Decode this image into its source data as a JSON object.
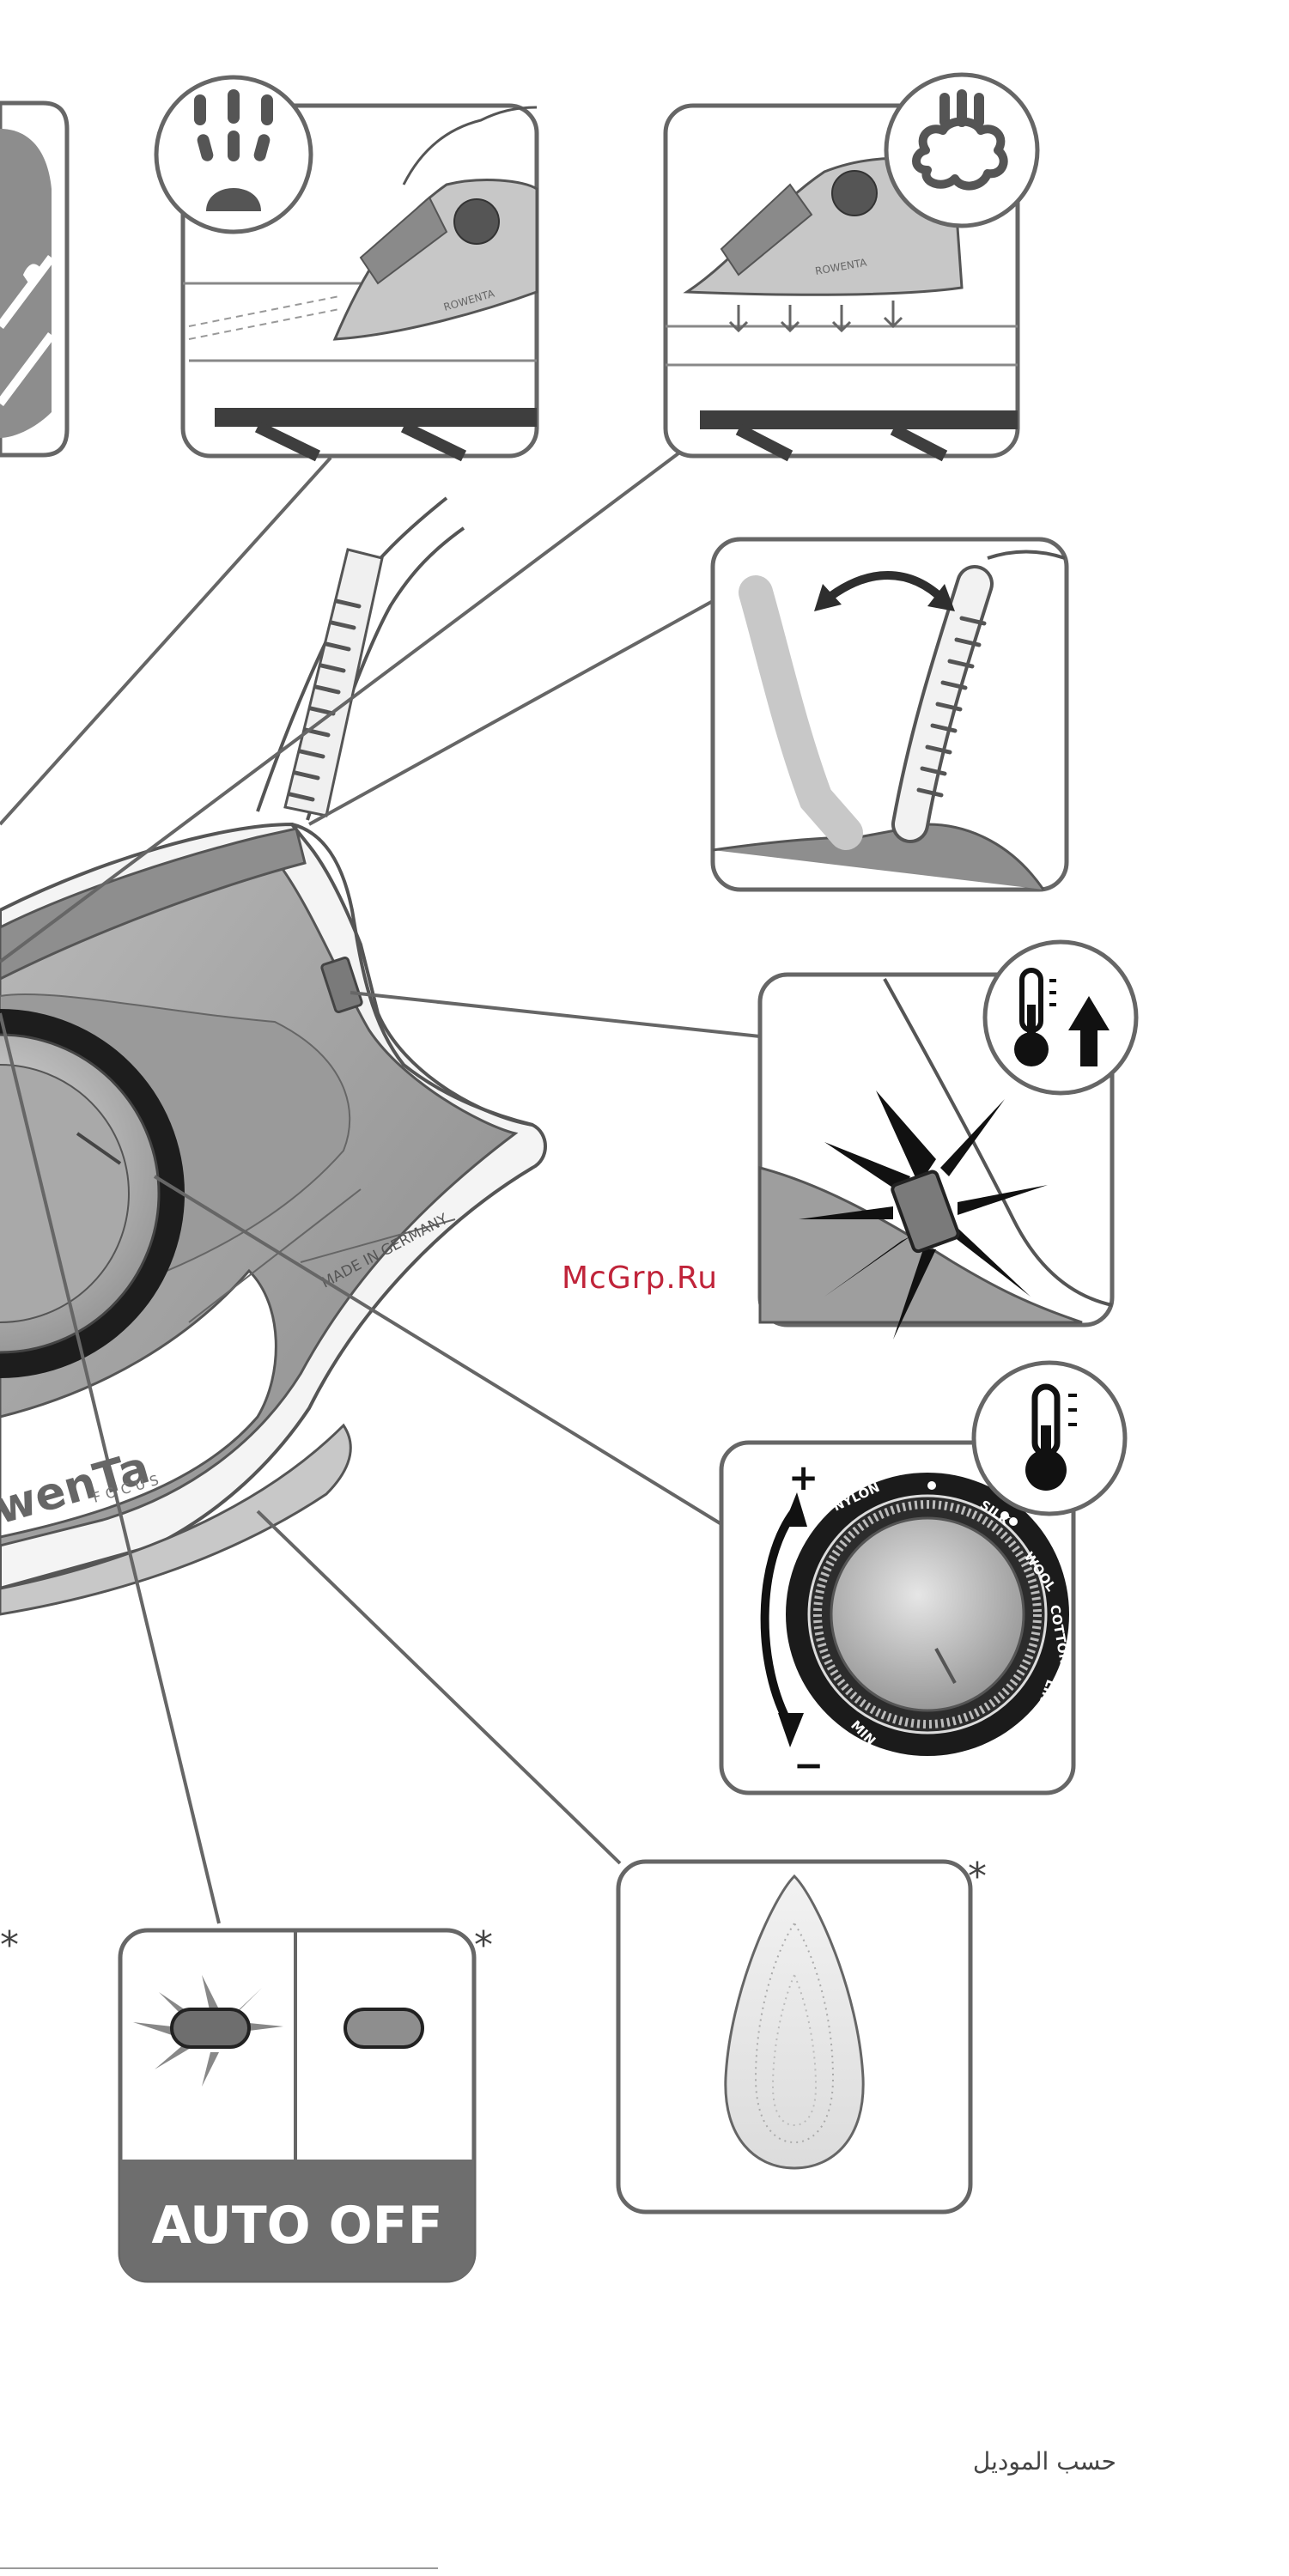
{
  "watermark": "McGrp.Ru",
  "footnote_marker": "*",
  "auto_off": {
    "label": "AUTO OFF"
  },
  "dial": {
    "plus": "+",
    "minus": "−",
    "labels": [
      "NYLON",
      "SILK",
      "WOOL",
      "COTTON",
      "LINEN",
      "MIN"
    ]
  },
  "iron": {
    "brand": "wenTa",
    "model": "FOCUS",
    "made_in": "MADE IN GERMANY"
  },
  "footer_text": "حسب الموديل",
  "icons": [
    "steam-burst-icon",
    "steam-cloud-icon",
    "cord-swivel-icon",
    "thermometer-up-icon",
    "thermometer-icon",
    "soleplate-icon",
    "auto-off-light-icon"
  ],
  "colors": {
    "line": "#555555",
    "panel_stroke": "#666666",
    "gray_dark": "#6e6e6e",
    "gray_mid": "#9c9c9c",
    "gray_light": "#d8d8d8",
    "watermark": "#c0243a"
  }
}
